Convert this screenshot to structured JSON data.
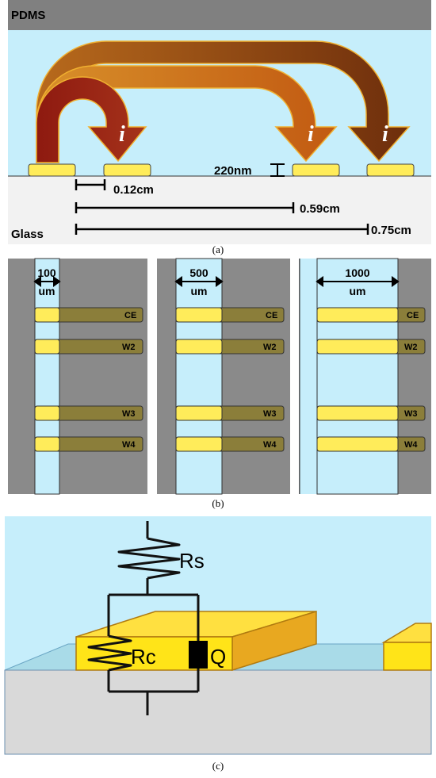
{
  "panel_a": {
    "top_layer": "PDMS",
    "bottom_layer": "Glass",
    "current_symbol": "i",
    "thickness": "220nm",
    "distances": [
      "0.12cm",
      "0.59cm",
      "0.75cm"
    ],
    "caption": "(a)"
  },
  "panel_b": {
    "channels": [
      {
        "width": "100",
        "unit": "um"
      },
      {
        "width": "500",
        "unit": "um"
      },
      {
        "width": "1000",
        "unit": "um"
      }
    ],
    "electrodes": [
      "CE",
      "W2",
      "W3",
      "W4"
    ],
    "caption": "(b)"
  },
  "panel_c": {
    "resistor_solution": "Rs",
    "resistor_charge": "Rc",
    "cpe": "Q",
    "caption": "(c)"
  },
  "colors": {
    "pdms_bar": "#808080",
    "liquid": "#c6eefb",
    "glass": "#f2f2f2",
    "electrode": "#ffec5a",
    "arrow_dark": "#8b1d0f",
    "arrow_mid": "#c86a14",
    "arrow_brown": "#7a3a10"
  }
}
